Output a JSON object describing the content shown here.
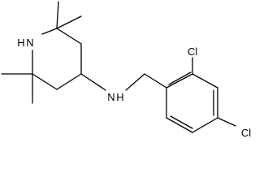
{
  "structure": {
    "atoms": {
      "nh_ring": "N",
      "h_ring": "H",
      "nh_amine": "N",
      "h_amine": "H",
      "cl_ortho": "Cl",
      "cl_para": "Cl"
    },
    "colors": {
      "background": "#ffffff",
      "bond": "#000000",
      "label": "#000000"
    }
  }
}
